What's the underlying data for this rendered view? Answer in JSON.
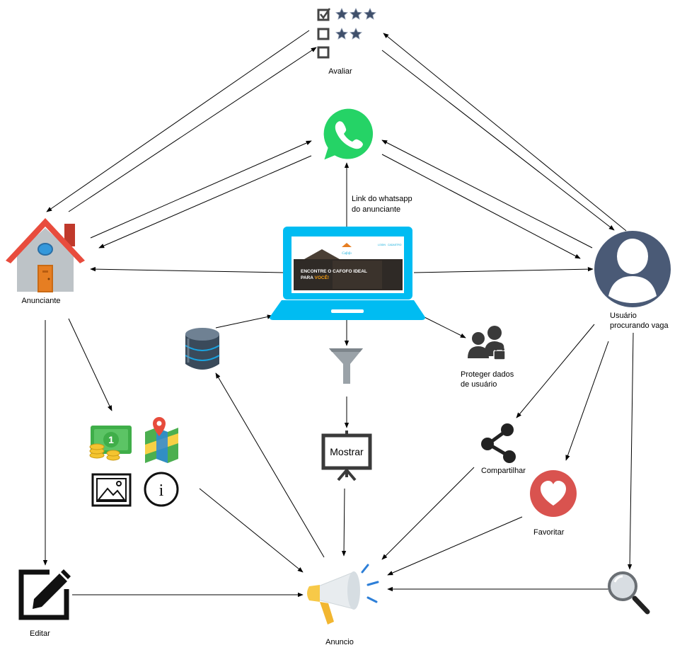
{
  "nodes": {
    "avaliar": {
      "label": "Avaliar",
      "icon": "rating-checklist-icon"
    },
    "whatsapp": {
      "icon": "whatsapp-icon"
    },
    "laptop": {
      "icon": "laptop-icon",
      "screen_title": "Cafofo",
      "screen_nav_1": "LOGIN",
      "screen_nav_2": "CADASTRO",
      "screen_banner_line1": "ENCONTRE O CAFOFO IDEAL",
      "screen_banner_line2": "PARA ",
      "screen_banner_highlight": "VOCÊ!"
    },
    "link_whatsapp": {
      "label_line1": "Link do whatsapp",
      "label_line2": "do anunciante"
    },
    "anunciante": {
      "label": "Anunciante",
      "icon": "house-icon"
    },
    "usuario": {
      "label_line1": "Usuário",
      "label_line2": "procurando vaga",
      "icon": "user-avatar-icon"
    },
    "banco": {
      "icon": "database-icon"
    },
    "filtro": {
      "icon": "filter-icon"
    },
    "proteger": {
      "label_line1": "Proteger dados",
      "label_line2": "de usuário",
      "icon": "user-lock-icon"
    },
    "mostrar": {
      "label": "Mostrar",
      "icon": "presentation-board-icon"
    },
    "compartilhar": {
      "label": "Compartilhar",
      "icon": "share-icon"
    },
    "favoritar": {
      "label": "Favoritar",
      "icon": "heart-icon"
    },
    "anuncio": {
      "label": "Anuncio",
      "icon": "megaphone-icon"
    },
    "editar": {
      "label": "Editar",
      "icon": "edit-icon"
    },
    "buscar": {
      "icon": "magnifier-icon"
    },
    "info_group": {
      "icons": [
        "money-icon",
        "map-icon",
        "image-icon",
        "info-icon"
      ],
      "info_glyph": "i",
      "money_digit": "1"
    }
  },
  "colors": {
    "whatsapp_green": "#25d366",
    "laptop_blue": "#00bcf2",
    "house_roof": "#e84c3d",
    "house_wall": "#bdc3c7",
    "house_door": "#e67e22",
    "user_circle": "#4a5a76",
    "heart_circle": "#d9534f",
    "megaphone_yellow": "#f7c948",
    "rating_star": "#3f4f6a",
    "money_green": "#3fae49",
    "coin_gold": "#f4c430",
    "map_blue": "#2d88d8",
    "map_green": "#4caf50",
    "map_yellow": "#f7d046",
    "pin_red": "#e74c3c"
  }
}
